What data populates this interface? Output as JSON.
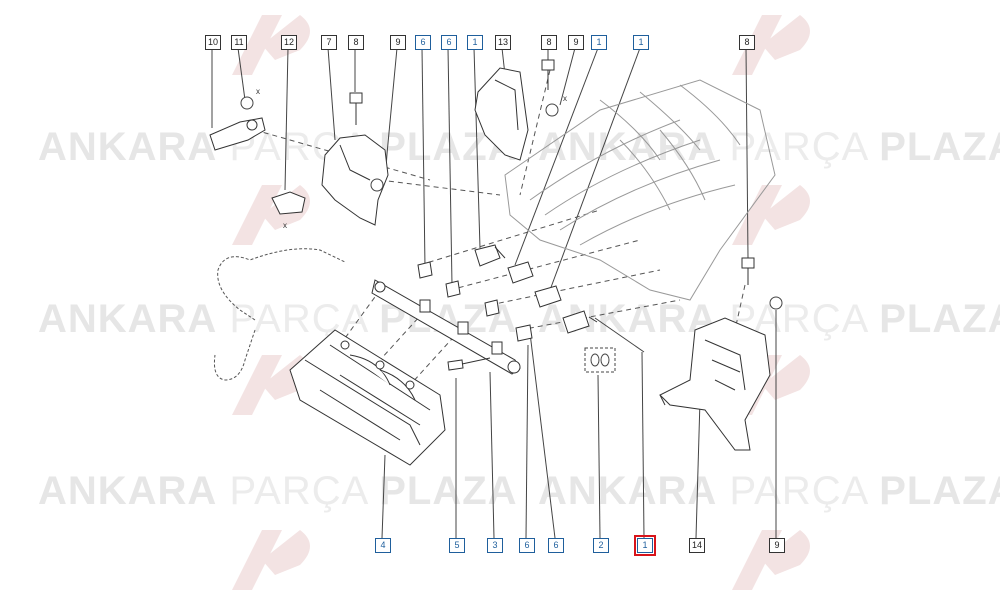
{
  "watermark": {
    "word1": "ANKARA",
    "word2": "PARÇA",
    "word3": "PLAZA",
    "logo_text": "AP"
  },
  "top_callouts": [
    {
      "id": "t10",
      "label": "10",
      "style": "plain"
    },
    {
      "id": "t11",
      "label": "11",
      "style": "plain"
    },
    {
      "id": "t12",
      "label": "12",
      "style": "plain"
    },
    {
      "id": "t7",
      "label": "7",
      "style": "plain"
    },
    {
      "id": "t8a",
      "label": "8",
      "style": "plain"
    },
    {
      "id": "t9a",
      "label": "9",
      "style": "plain"
    },
    {
      "id": "t6a",
      "label": "6",
      "style": "blue"
    },
    {
      "id": "t6b",
      "label": "6",
      "style": "blue"
    },
    {
      "id": "t1a",
      "label": "1",
      "style": "blue"
    },
    {
      "id": "t13",
      "label": "13",
      "style": "plain"
    },
    {
      "id": "t8b",
      "label": "8",
      "style": "plain"
    },
    {
      "id": "t9b",
      "label": "9",
      "style": "plain"
    },
    {
      "id": "t1b",
      "label": "1",
      "style": "blue"
    },
    {
      "id": "t1c",
      "label": "1",
      "style": "blue"
    },
    {
      "id": "t8c",
      "label": "8",
      "style": "plain"
    }
  ],
  "bottom_callouts": [
    {
      "id": "b4",
      "label": "4",
      "style": "blue"
    },
    {
      "id": "b5",
      "label": "5",
      "style": "blue"
    },
    {
      "id": "b3",
      "label": "3",
      "style": "blue"
    },
    {
      "id": "b6a",
      "label": "6",
      "style": "blue"
    },
    {
      "id": "b6b",
      "label": "6",
      "style": "blue"
    },
    {
      "id": "b2",
      "label": "2",
      "style": "blue"
    },
    {
      "id": "b1",
      "label": "1",
      "style": "blue",
      "highlight": true
    },
    {
      "id": "b14",
      "label": "14",
      "style": "plain"
    },
    {
      "id": "b9",
      "label": "9",
      "style": "plain"
    }
  ],
  "dimension_marks": [
    "x",
    "x",
    "x"
  ],
  "colors": {
    "line": "#444444",
    "callout_blue": "#1f5f9c",
    "highlight": "#d8141a",
    "watermark": "#ececec"
  }
}
